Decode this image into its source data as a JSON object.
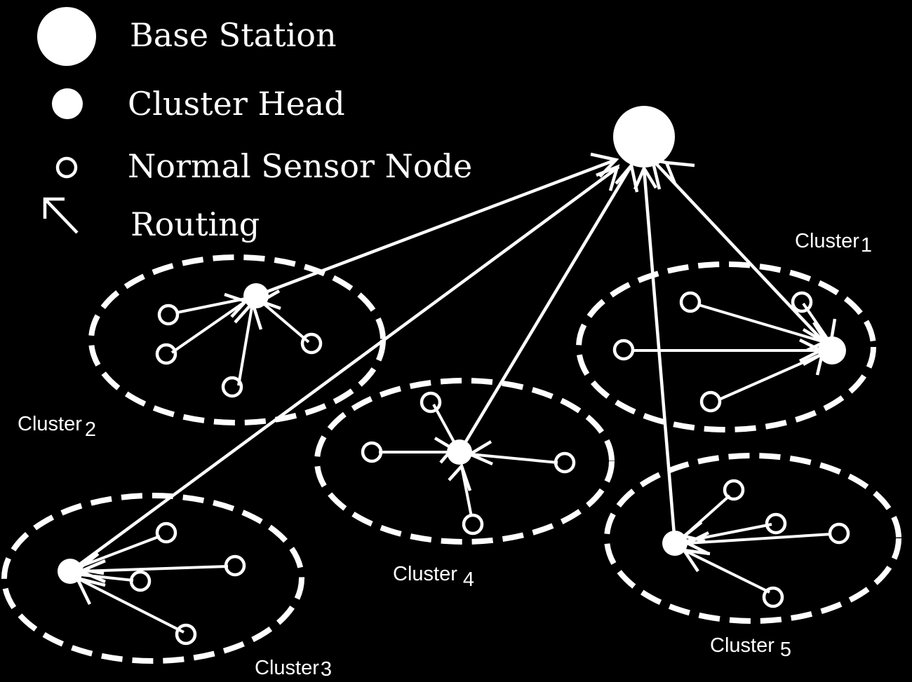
{
  "legend": {
    "base_station": "Base Station",
    "cluster_head": "Cluster Head",
    "normal_node": "Normal Sensor Node",
    "routing": "Routing"
  },
  "clusters": [
    {
      "id": "c1",
      "label": "Cluster",
      "num": "1"
    },
    {
      "id": "c2",
      "label": "Cluster",
      "num": "2"
    },
    {
      "id": "c3",
      "label": "Cluster",
      "num": "3"
    },
    {
      "id": "c4",
      "label": "Cluster",
      "num": "4"
    },
    {
      "id": "c5",
      "label": "Cluster",
      "num": "5"
    }
  ],
  "colors": {
    "background": "#000000",
    "foreground": "#ffffff"
  }
}
